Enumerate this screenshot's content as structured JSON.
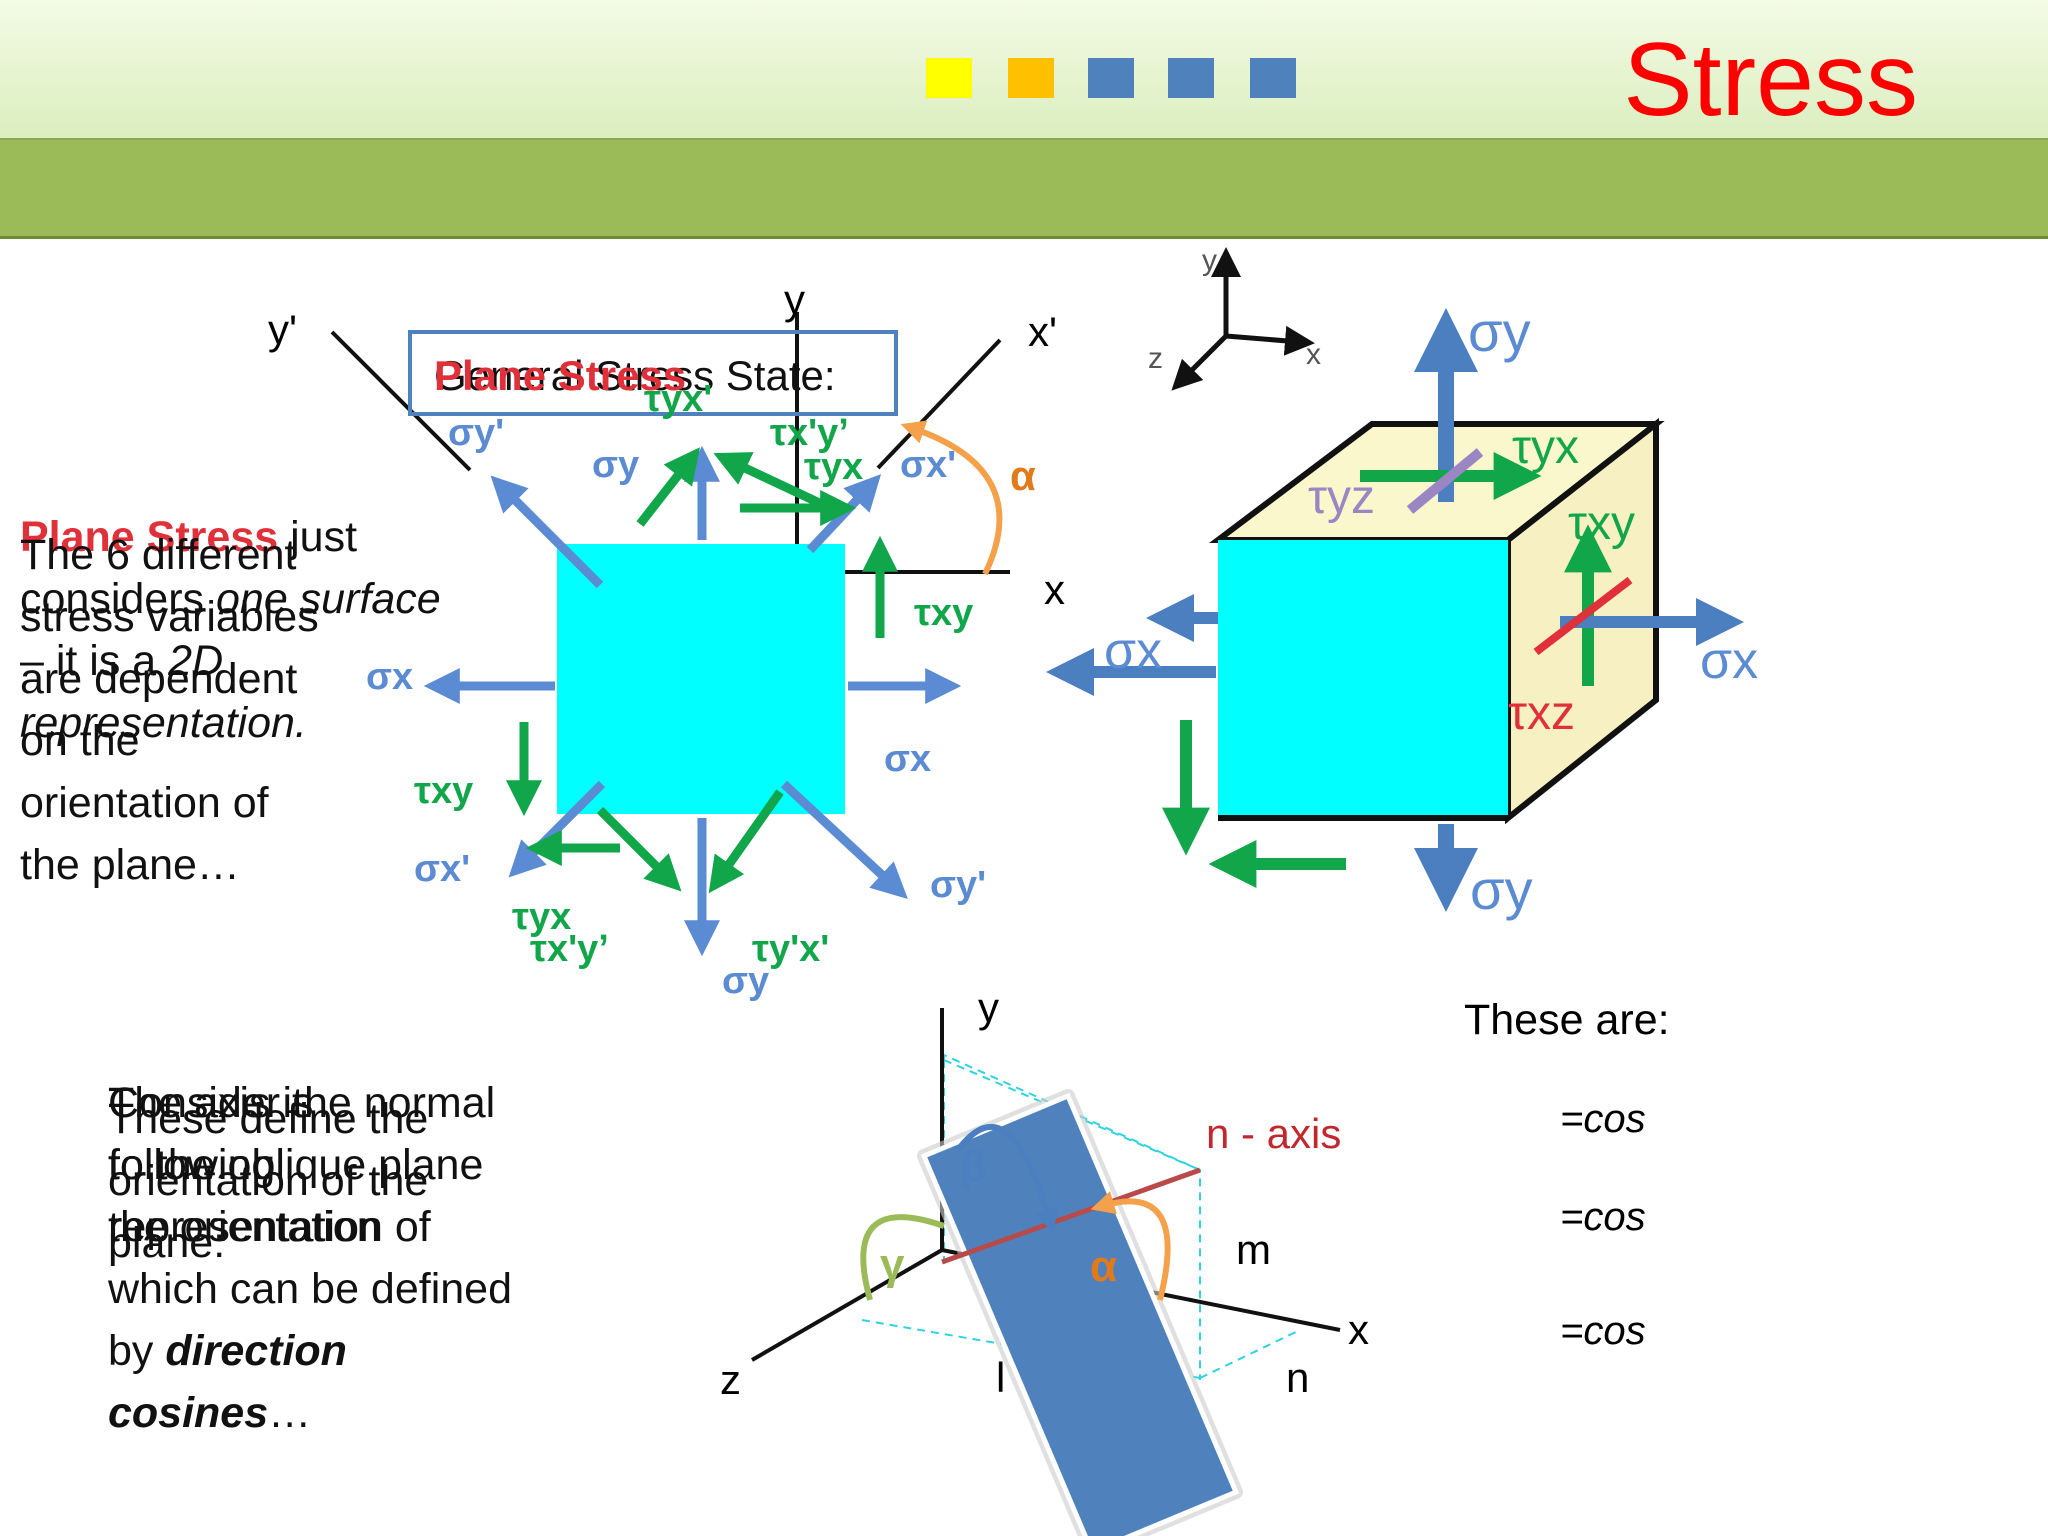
{
  "header": {
    "title": "Stress",
    "squares": [
      "#ffff00",
      "#ffc000",
      "#4f81bd",
      "#4f81bd",
      "#4f81bd"
    ]
  },
  "panel_2d": {
    "box_label": "General Stress State:",
    "box_overlay": "Plane Stress",
    "axes": {
      "y": "y",
      "x": "x",
      "y_prime": "y'",
      "x_prime": "x'"
    },
    "angle": "α",
    "labels": {
      "sigma_y_prime_top": "σy'",
      "tau_yx_top": "τyx'",
      "tau_xy_prime_top": "τx'y’",
      "tau_yx_top2": "τyx",
      "sigma_x_prime_top": "σx'",
      "sigma_y_top": "σy",
      "tau_xy_right": "τxy",
      "sigma_x_left": "σx",
      "sigma_x_right": "σx",
      "tau_xy_left": "τxy",
      "sigma_x_prime_bottom": "σx'",
      "tau_yx_bottom": "τyx",
      "tau_xy_prime_bottom": "τx'y’",
      "tau_y_prime_x_prime": "τy'x'",
      "sigma_y_bottom": "σy",
      "sigma_y_prime_bottom": "σy'"
    }
  },
  "panel_3d": {
    "axes": {
      "y": "y",
      "x": "x",
      "z": "z"
    },
    "labels": {
      "sigma_y_top": "σy",
      "tau_yx": "τyx",
      "tau_yz": "τyz",
      "tau_xy": "τxy",
      "sigma_x_right": "σx",
      "sigma_x_left": "σx",
      "tau_xz": "τxz",
      "sigma_y_bottom": "σy"
    }
  },
  "text_left": {
    "highlight": "Plane Stress",
    "line1_rest": " just",
    "line2_pre": "considers ",
    "line2_italic": "one surface",
    "line3_pre": "– it is a ",
    "line3_italic": "2D",
    "line4_italic": "representation.",
    "overlay_1": "The 6 different",
    "overlay_2": "stress variables",
    "overlay_3": "are dependent",
    "overlay_4": "on the",
    "overlay_5": "orientation of",
    "overlay_6": "the plane…"
  },
  "oblique": {
    "axes": {
      "y": "y",
      "x": "x",
      "z": "z"
    },
    "n_axis": "n - axis",
    "m": "m",
    "n": "n",
    "l": "l",
    "alpha": "α",
    "beta": "β",
    "gamma": "γ"
  },
  "text_bottom": {
    "overlay_a1": "Consider the normal",
    "overlay_a2": "to the oblique plane",
    "overlay_a3": "representation of",
    "overlay_b1": "These define the",
    "overlay_b2": "orientation of the",
    "overlay_b3": "plane:",
    "overlay_c1": "The axis is",
    "overlay_c2": "following",
    "overlay_c3": "the orientation",
    "line4": "which can be defined",
    "line5_pre": "by ",
    "line5_bold": "direction",
    "line6_bold": "cosines",
    "line6_rest": "…"
  },
  "these_are": {
    "heading": "These are:",
    "cos1": "=cos",
    "cos2": "=cos",
    "cos3": "=cos"
  },
  "colors": {
    "cyan": "#00ffff",
    "arrow_blue": "#5b8bd2",
    "arrow_green": "#11a64a",
    "plane_blue": "#4f81bd"
  }
}
